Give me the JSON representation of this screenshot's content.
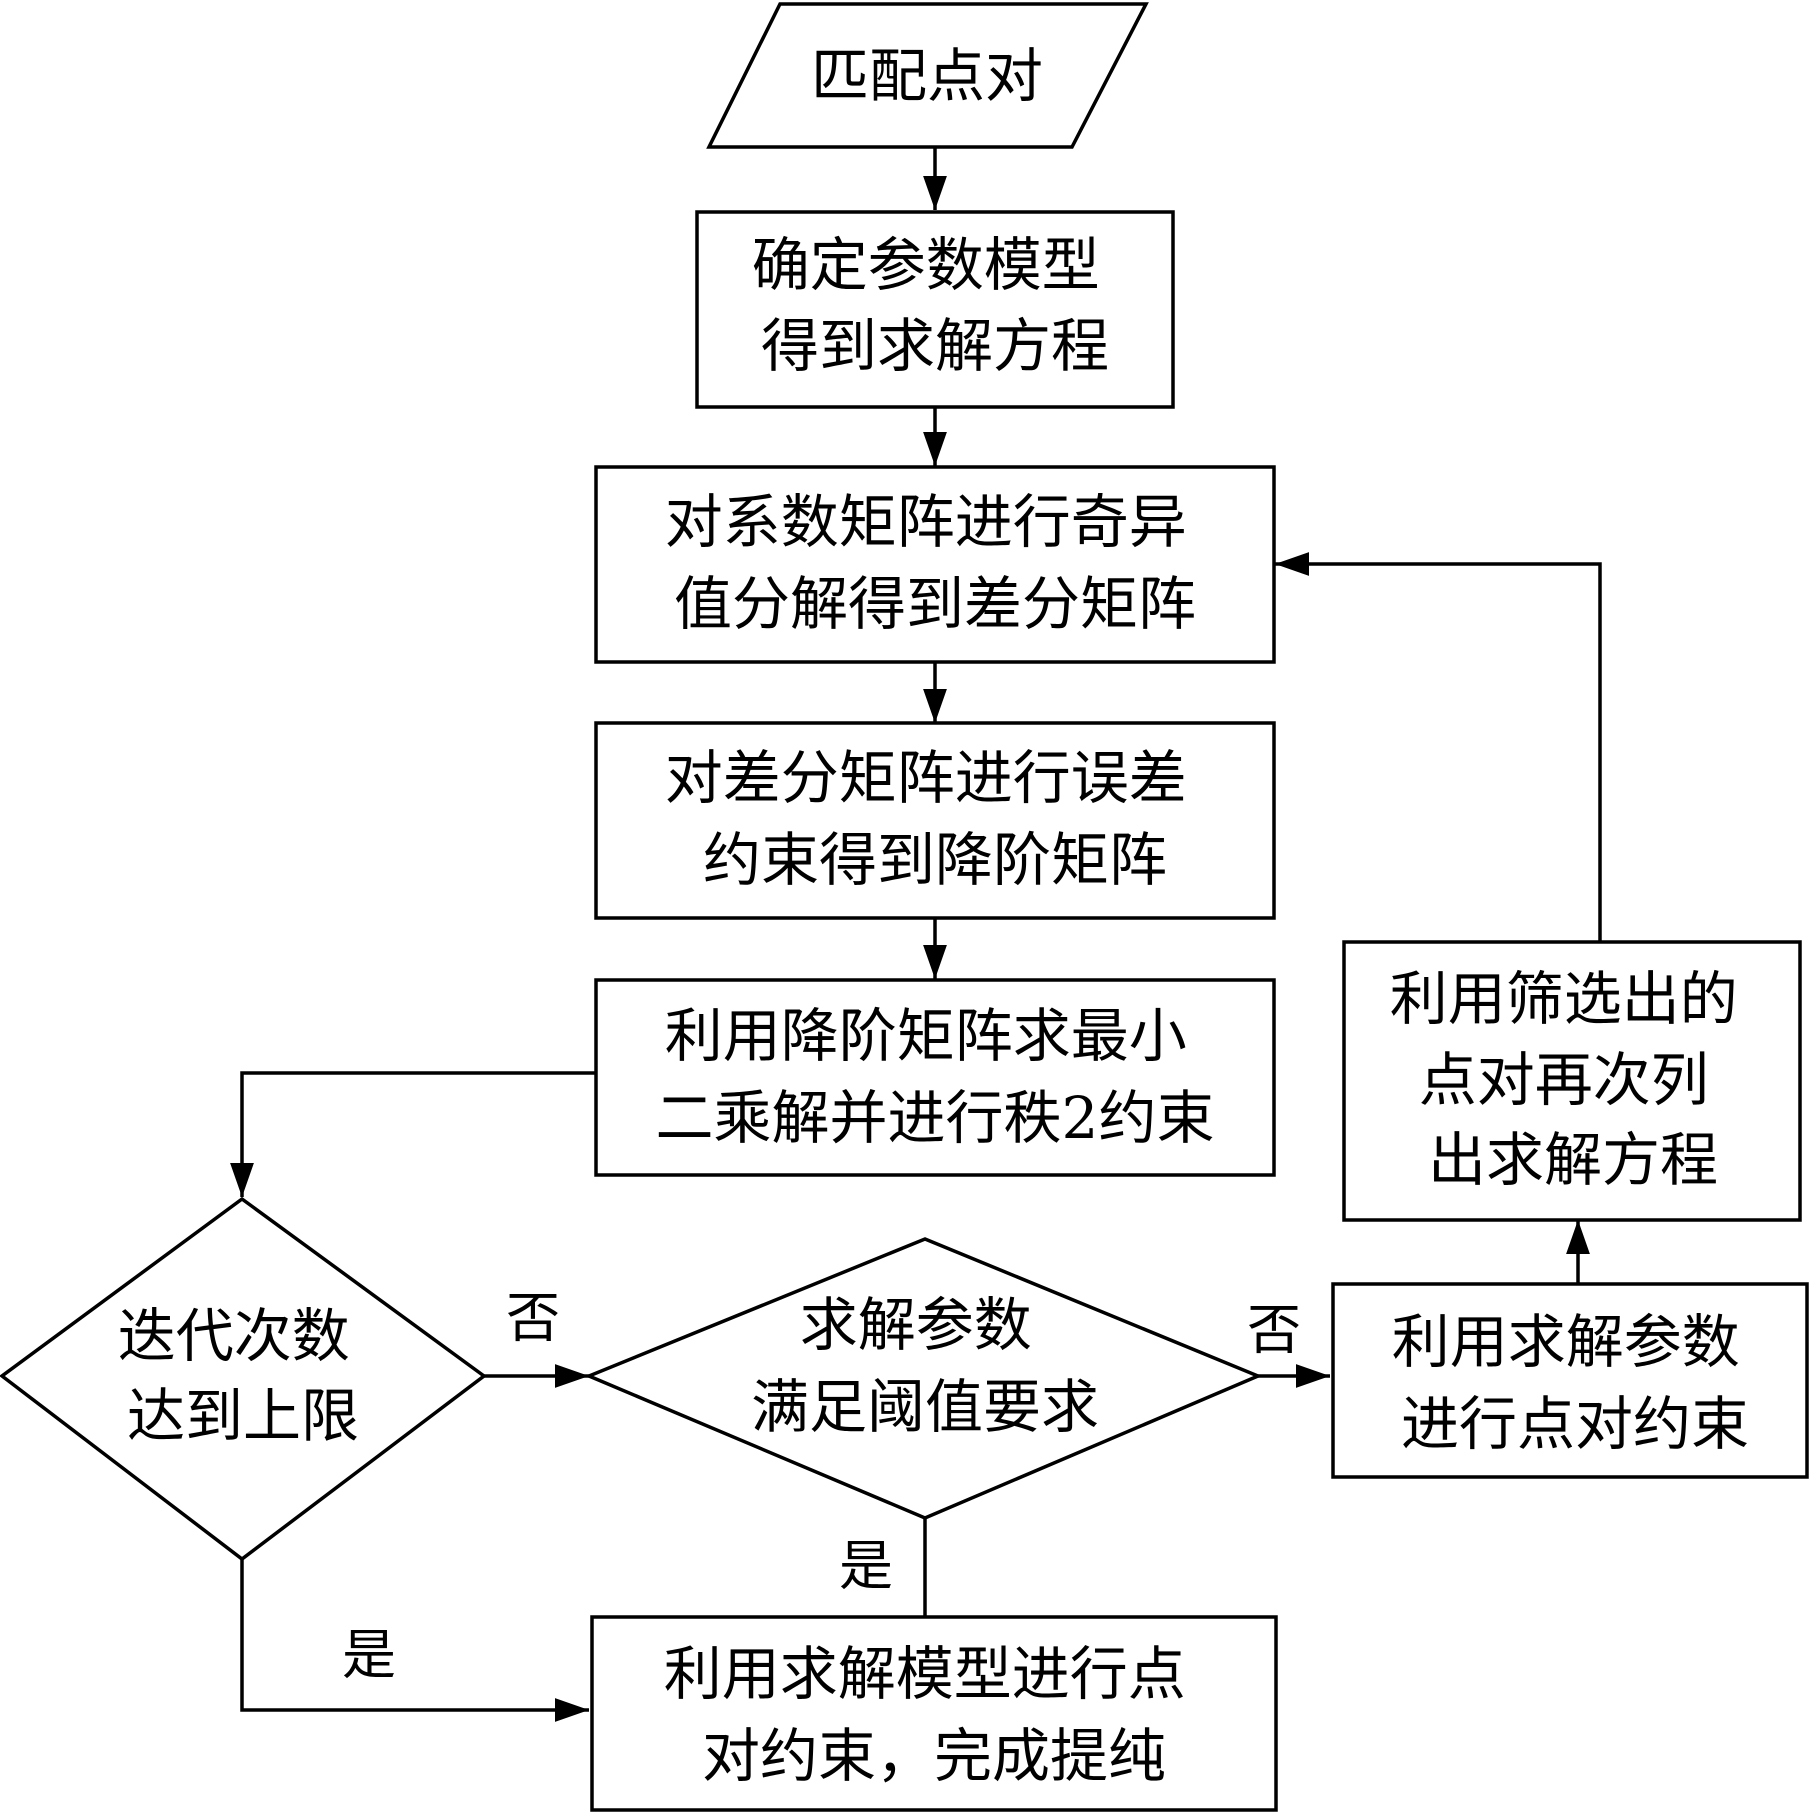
{
  "nodes": {
    "input": {
      "lines": [
        "匹配点对"
      ]
    },
    "model": {
      "lines": [
        "确定参数模型",
        "得到求解方程"
      ]
    },
    "svd": {
      "lines": [
        "对系数矩阵进行奇异",
        "值分解得到差分矩阵"
      ]
    },
    "reduce": {
      "lines": [
        "对差分矩阵进行误差",
        "约束得到降阶矩阵"
      ]
    },
    "lsq": {
      "lines": [
        "利用降阶矩阵求最小",
        "二乘解并进行秩2约束"
      ]
    },
    "iter_check": {
      "lines": [
        "迭代次数",
        "达到上限"
      ]
    },
    "thresh_check": {
      "lines": [
        "求解参数",
        "满足阈值要求"
      ]
    },
    "constrain": {
      "lines": [
        "利用求解参数",
        "进行点对约束"
      ]
    },
    "resolve": {
      "lines": [
        "利用筛选出的",
        "点对再次列",
        "出求解方程"
      ]
    },
    "final": {
      "lines": [
        "利用求解模型进行点",
        "对约束，完成提纯"
      ]
    }
  },
  "edge_labels": {
    "iter_no": "否",
    "iter_yes": "是",
    "thresh_no": "否",
    "thresh_yes": "是"
  }
}
